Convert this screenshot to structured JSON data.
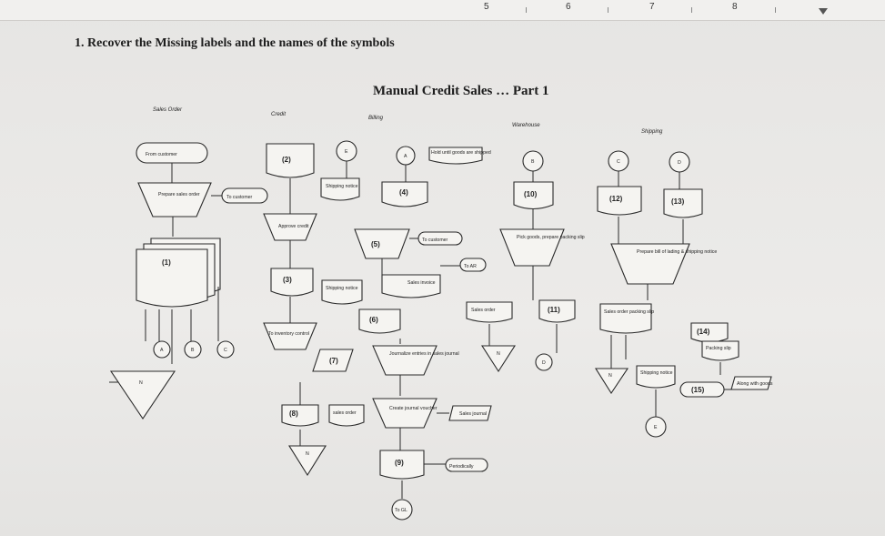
{
  "ruler": {
    "numbers": [
      "5",
      "6",
      "7",
      "8"
    ]
  },
  "question": "1. Recover the Missing labels and the names of the symbols",
  "title": "Manual Credit Sales … Part 1",
  "columns": {
    "sales_order": "Sales Order",
    "credit": "Credit",
    "billing": "Billing",
    "warehouse": "Warehouse",
    "shipping": "Shipping"
  },
  "labels": {
    "from_customer": "From customer",
    "prepare_sales_order": "Prepare sales order",
    "to_customer_1": "To customer",
    "n1": "(1)",
    "n2": "(2)",
    "n3": "(3)",
    "n4": "(4)",
    "n5": "(5)",
    "n6": "(6)",
    "n7": "(7)",
    "n8": "(8)",
    "n9": "(9)",
    "n10": "(10)",
    "n11": "(11)",
    "n12": "(12)",
    "n13": "(13)",
    "n14": "(14)",
    "n15": "(15)",
    "approve_credit": "Approve credit",
    "shipping_notice_1": "Shipping notice",
    "hold_until_goods": "Hold until goods are shipped",
    "to_customer_2": "To customer",
    "to_ar": "To AR",
    "sales_invoice": "Sales invoice",
    "shipping_notice_2": "Shipping notice",
    "to_inventory_control": "To inventory control",
    "journalize": "Journalize entries in sales journal",
    "sales_order_small": "sales order",
    "create_journal": "Create journal voucher",
    "sales_journal": "Sales journal",
    "periodically": "Periodically",
    "to_gl": "To GL",
    "pick_goods": "Pick goods, prepare packing slip",
    "sales_order_wh": "Sales order",
    "prepare_bill": "Prepare bill of lading & shipping notice",
    "sales_order_packing": "Sales order packing slip",
    "packing_slip": "Packing slip",
    "shipping_notice_3": "Shipping notice",
    "along_with_goods": "Along with goods"
  },
  "connectors": {
    "A": "A",
    "B": "B",
    "C": "C",
    "D": "D",
    "E": "E",
    "N": "N"
  }
}
